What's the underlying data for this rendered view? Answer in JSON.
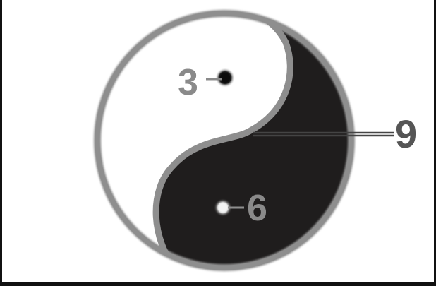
{
  "labels": {
    "upper_dot": "3",
    "lower_dot": "6",
    "boundary": "9"
  },
  "colors": {
    "dark_half": "#1f1d1d",
    "light_half": "#ffffff",
    "outline": "#8e8e8e",
    "upper_label": "#8a8a8a",
    "lower_label": "#8e8e8e",
    "boundary_label": "#555555",
    "frame": "#111111"
  }
}
